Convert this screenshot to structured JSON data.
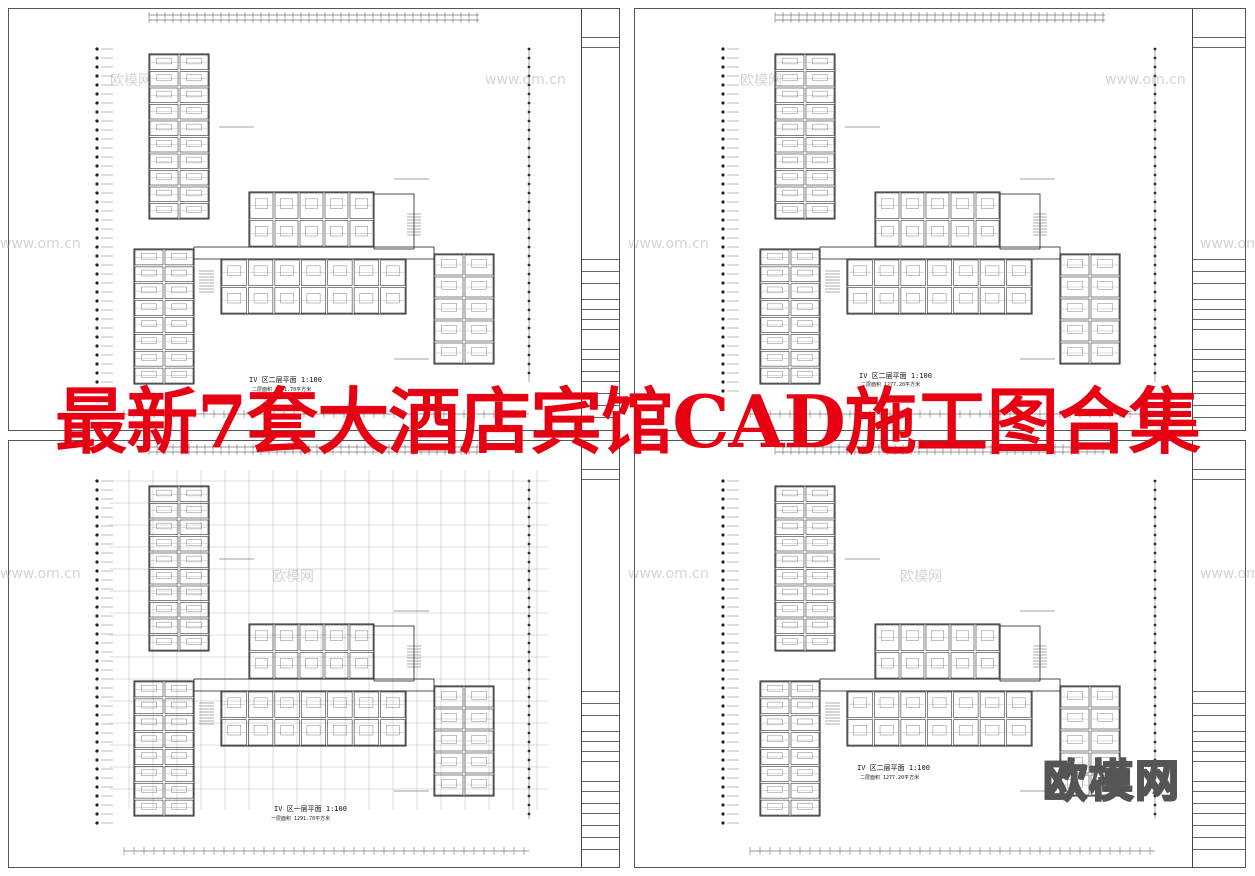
{
  "banner": {
    "text": "最新7套大酒店宾馆CAD施工图合集",
    "color": "#e60012"
  },
  "brand": {
    "text": "欧模网"
  },
  "watermark": {
    "url": "www.om.cn",
    "name": "欧模网"
  },
  "sheets": [
    {
      "title": "IV 区二层平面 1:100",
      "sub": "二层面积  1291.70平方米",
      "variant": "upper"
    },
    {
      "title": "IV 区二层平面 1:100",
      "sub": "二层面积  1277.20平方米",
      "variant": "upper"
    },
    {
      "title": "IV 区一层平面 1:100",
      "sub": "一层面积  1291.70平方米",
      "variant": "ground"
    },
    {
      "title": "IV 区二层平面 1:100",
      "sub": "二层面积  1277.20平方米",
      "variant": "upper"
    }
  ]
}
